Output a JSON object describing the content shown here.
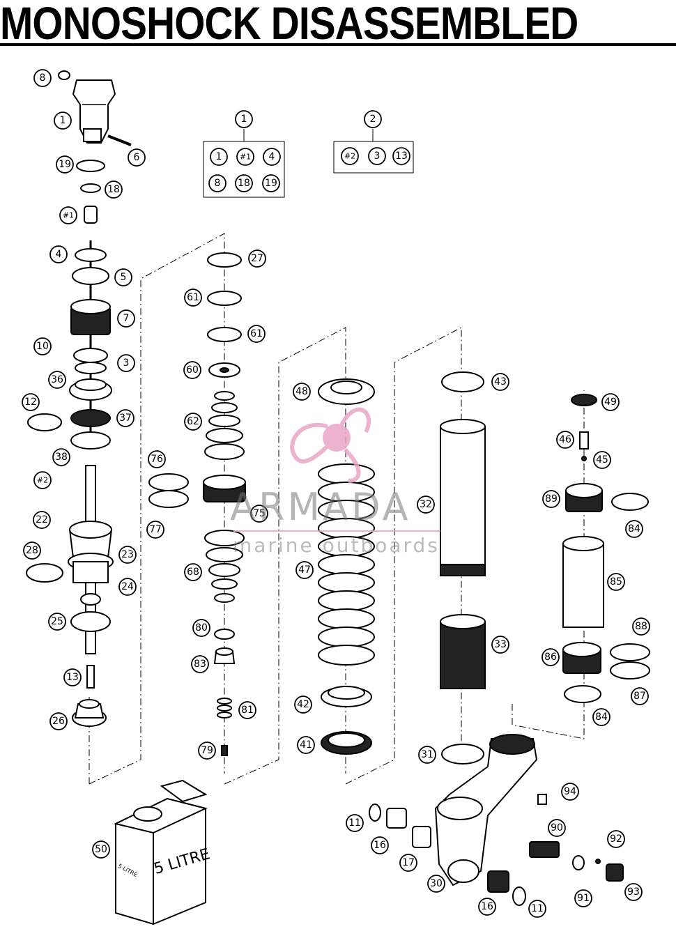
{
  "title": "MONOSHOCK DISASSEMBLED",
  "watermark": {
    "name": "ARMADA",
    "tagline": "marine outboards",
    "color": "#e8a6c8"
  },
  "can_label": "5 LITRE",
  "can_label_small": "5 LITRE",
  "kits": [
    {
      "id": "1",
      "items": [
        "1",
        "#1",
        "4",
        "8",
        "18",
        "19"
      ]
    },
    {
      "id": "2",
      "items": [
        "#2",
        "3",
        "13"
      ]
    }
  ],
  "callouts": {
    "c8": "8",
    "c1": "1",
    "c6": "6",
    "c19": "19",
    "c18": "18",
    "c1h": "#1",
    "c4": "4",
    "c5": "5",
    "c7": "7",
    "c10": "10",
    "c3": "3",
    "c36": "36",
    "c12": "12",
    "c37": "37",
    "c38": "38",
    "c2h": "#2",
    "c22": "22",
    "c28": "28",
    "c23": "23",
    "c24": "24",
    "c25": "25",
    "c13": "13",
    "c26": "26",
    "c27": "27",
    "c61a": "61",
    "c61b": "61",
    "c60": "60",
    "c62": "62",
    "c76": "76",
    "c77": "77",
    "c75": "75",
    "c68": "68",
    "c80": "80",
    "c83": "83",
    "c81": "81",
    "c79": "79",
    "c48": "48",
    "c47": "47",
    "c42": "42",
    "c41": "41",
    "c43": "43",
    "c32": "32",
    "c33": "33",
    "c31": "31",
    "c49": "49",
    "c46": "46",
    "c45": "45",
    "c89": "89",
    "c84a": "84",
    "c85": "85",
    "c88": "88",
    "c86": "86",
    "c87": "87",
    "c84b": "84",
    "c94": "94",
    "c90": "90",
    "c92": "92",
    "c91": "91",
    "c93": "93",
    "c11a": "11",
    "c16a": "16",
    "c17": "17",
    "c30": "30",
    "c16b": "16",
    "c11b": "11",
    "c50": "50"
  }
}
